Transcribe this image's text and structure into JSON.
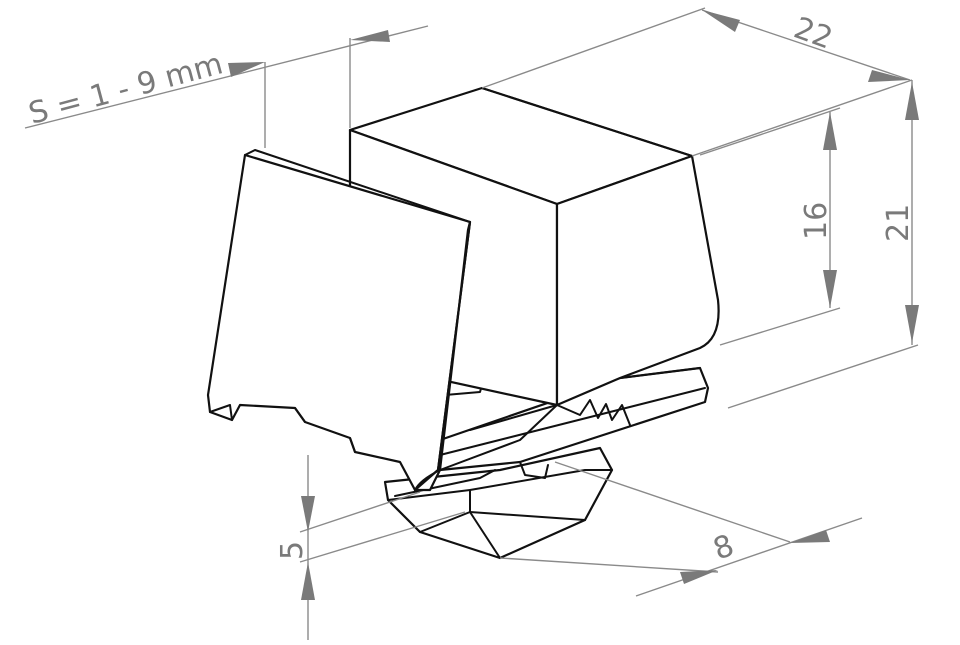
{
  "dimensions": {
    "clamp_range": "S = 1 - 9 mm",
    "length": "22",
    "inner_height": "16",
    "total_height": "21",
    "base_height": "5",
    "base_width": "8"
  },
  "colors": {
    "outline": "#111111",
    "dimension": "#8a8a8a",
    "text": "#7a7a7a",
    "background": "#ffffff"
  }
}
